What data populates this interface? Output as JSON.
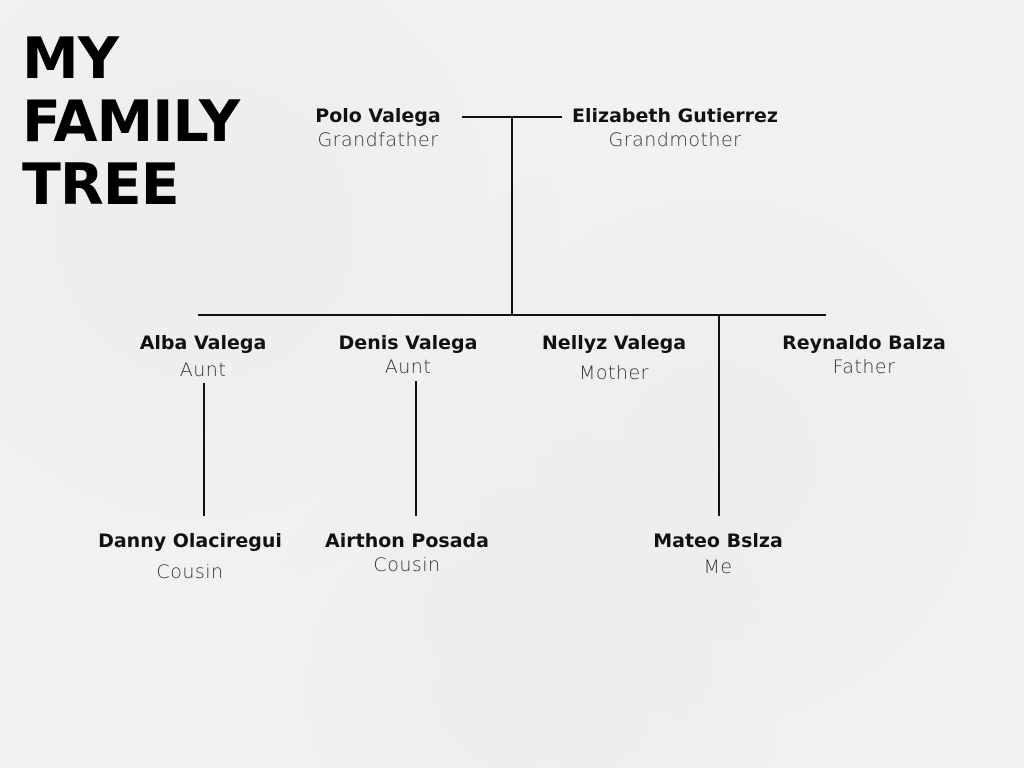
{
  "title": {
    "line1": "MY",
    "line2": "FAMILY",
    "line3": "TREE"
  },
  "people": {
    "polo": {
      "name": "Polo Valega",
      "role": "Grandfather"
    },
    "elizabeth": {
      "name": "Elizabeth Gutierrez",
      "role": "Grandmother"
    },
    "alba": {
      "name": "Alba Valega",
      "role": "Aunt"
    },
    "denis": {
      "name": "Denis Valega",
      "role": "Aunt"
    },
    "nellyz": {
      "name": "Nellyz Valega",
      "role": "Mother"
    },
    "reynaldo": {
      "name": "Reynaldo Balza",
      "role": "Father"
    },
    "danny": {
      "name": "Danny Olaciregui",
      "role": "Cousin"
    },
    "airthon": {
      "name": "Airthon Posada",
      "role": "Cousin"
    },
    "mateo": {
      "name": "Mateo Bslza",
      "role": "Me"
    }
  },
  "colors": {
    "background": "#f2f2f2",
    "line": "#111111",
    "text": "#111111"
  }
}
